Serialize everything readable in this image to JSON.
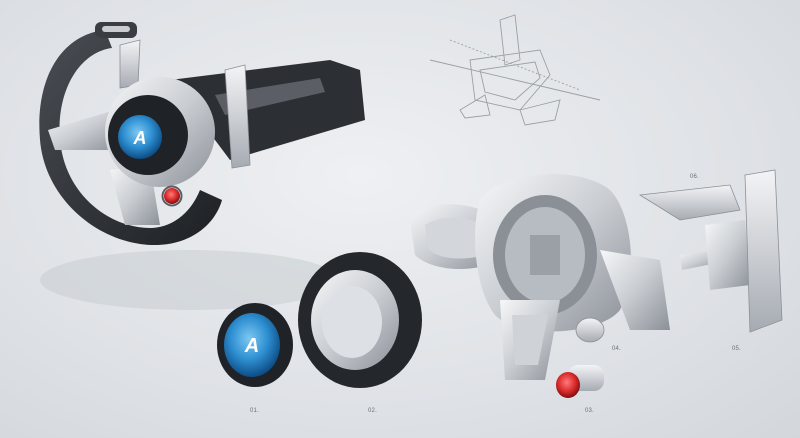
{
  "labels": {
    "part_01": "01.",
    "part_02": "02.",
    "part_03": "03.",
    "part_04": "04.",
    "part_05": "05.",
    "part_06": "06."
  },
  "colors": {
    "background": "#e3e6e9",
    "tire_black": "#24272b",
    "metal_light": "#e9ebee",
    "metal_shadow": "#8b9097",
    "badge_blue": "#2e8fd1",
    "button_red": "#d92a2a"
  },
  "icons": {
    "badge": "alpine-a-logo-icon",
    "button": "red-start-button-icon"
  }
}
